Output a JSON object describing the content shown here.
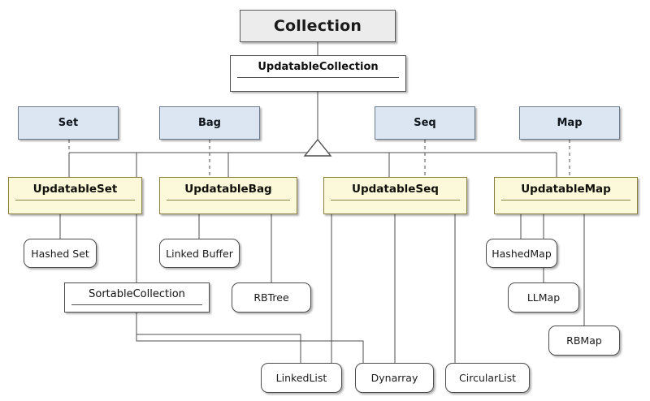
{
  "diagram": {
    "title": "Collection class hierarchy",
    "colors": {
      "root_fill": "#ececec",
      "interface_fill": "#dce6f2",
      "updatable_fill": "#fcf9db",
      "concrete_fill": "#ffffff",
      "edge_stroke": "#4d4d4d"
    },
    "nodes": {
      "collection": {
        "label": "Collection",
        "kind": "root-abstract"
      },
      "updatable_collection": {
        "label": "UpdatableCollection",
        "kind": "abstract-class"
      },
      "set": {
        "label": "Set",
        "kind": "interface"
      },
      "bag": {
        "label": "Bag",
        "kind": "interface"
      },
      "seq": {
        "label": "Seq",
        "kind": "interface"
      },
      "map": {
        "label": "Map",
        "kind": "interface"
      },
      "updatable_set": {
        "label": "UpdatableSet",
        "kind": "abstract-class"
      },
      "updatable_bag": {
        "label": "UpdatableBag",
        "kind": "abstract-class"
      },
      "updatable_seq": {
        "label": "UpdatableSeq",
        "kind": "abstract-class"
      },
      "updatable_map": {
        "label": "UpdatableMap",
        "kind": "abstract-class"
      },
      "hashed_set": {
        "label": "Hashed Set",
        "kind": "concrete"
      },
      "linked_buffer": {
        "label": "Linked Buffer",
        "kind": "concrete"
      },
      "rbtree": {
        "label": "RBTree",
        "kind": "concrete"
      },
      "sortable_collection": {
        "label": "SortableCollection",
        "kind": "abstract-class"
      },
      "hashed_map": {
        "label": "HashedMap",
        "kind": "concrete"
      },
      "llmap": {
        "label": "LLMap",
        "kind": "concrete"
      },
      "rbmap": {
        "label": "RBMap",
        "kind": "concrete"
      },
      "linked_list": {
        "label": "LinkedList",
        "kind": "concrete"
      },
      "dynarray": {
        "label": "Dynarray",
        "kind": "concrete"
      },
      "circular_list": {
        "label": "CircularList",
        "kind": "concrete"
      }
    },
    "edges": [
      {
        "from": "collection",
        "to": "updatable_collection",
        "style": "solid"
      },
      {
        "from": "updatable_collection",
        "to": "updatable_set",
        "style": "inheritance"
      },
      {
        "from": "updatable_collection",
        "to": "updatable_bag",
        "style": "inheritance"
      },
      {
        "from": "updatable_collection",
        "to": "updatable_seq",
        "style": "inheritance"
      },
      {
        "from": "updatable_collection",
        "to": "updatable_map",
        "style": "inheritance"
      },
      {
        "from": "set",
        "to": "updatable_set",
        "style": "dashed"
      },
      {
        "from": "bag",
        "to": "updatable_bag",
        "style": "dashed"
      },
      {
        "from": "seq",
        "to": "updatable_seq",
        "style": "dashed"
      },
      {
        "from": "map",
        "to": "updatable_map",
        "style": "dashed"
      },
      {
        "from": "updatable_set",
        "to": "hashed_set",
        "style": "solid"
      },
      {
        "from": "updatable_set",
        "to": "sortable_collection",
        "style": "solid"
      },
      {
        "from": "updatable_bag",
        "to": "linked_buffer",
        "style": "solid"
      },
      {
        "from": "updatable_bag",
        "to": "rbtree",
        "style": "solid"
      },
      {
        "from": "updatable_seq",
        "to": "linked_list",
        "style": "solid"
      },
      {
        "from": "updatable_seq",
        "to": "dynarray",
        "style": "solid"
      },
      {
        "from": "updatable_seq",
        "to": "circular_list",
        "style": "solid"
      },
      {
        "from": "updatable_map",
        "to": "hashed_map",
        "style": "solid"
      },
      {
        "from": "updatable_map",
        "to": "llmap",
        "style": "solid"
      },
      {
        "from": "updatable_map",
        "to": "rbmap",
        "style": "solid"
      },
      {
        "from": "sortable_collection",
        "to": "linked_list",
        "style": "solid"
      },
      {
        "from": "sortable_collection",
        "to": "dynarray",
        "style": "solid"
      }
    ]
  }
}
